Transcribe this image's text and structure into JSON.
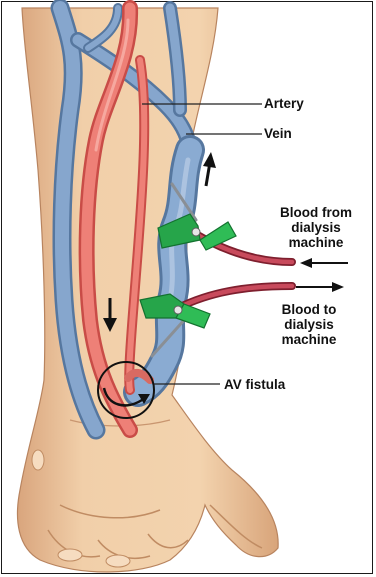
{
  "labels": {
    "artery": "Artery",
    "vein": "Vein",
    "from_line1": "Blood from",
    "from_line2": "dialysis",
    "from_line3": "machine",
    "to_line1": "Blood to",
    "to_line2": "dialysis",
    "to_line3": "machine",
    "fistula": "AV fistula"
  },
  "colors": {
    "skin": "#efc9a3",
    "skin_shadow": "#d7a47c",
    "artery": "#e8726a",
    "artery_dark": "#c94c47",
    "vein": "#7f9fc7",
    "vein_dark": "#56779f",
    "tubing": "#b8384a",
    "clamp": "#27a84a"
  }
}
